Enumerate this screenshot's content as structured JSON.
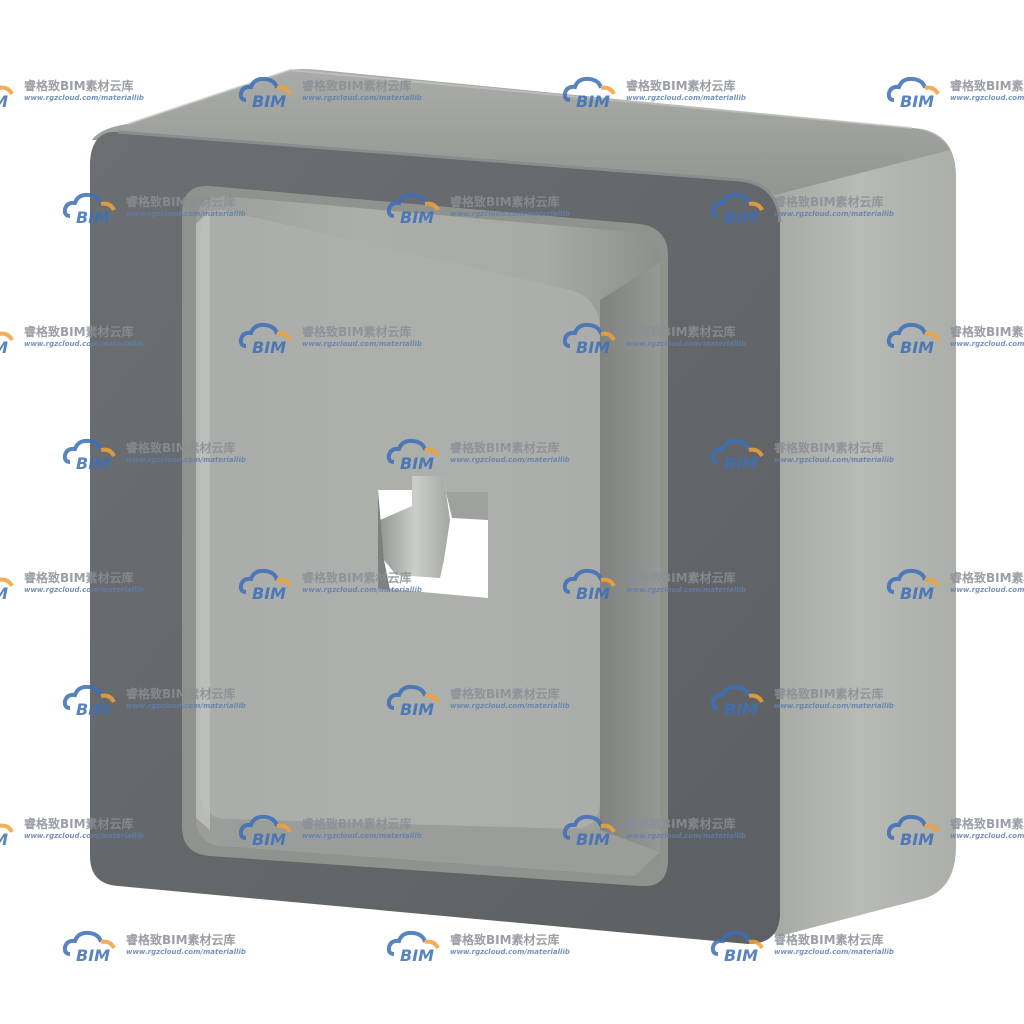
{
  "scene": {
    "subject": "square-junction-box-render",
    "colors": {
      "outer_face": "#64676a",
      "top_face": "#9c9f9b",
      "side_face": "#b3b5b1",
      "rim_shadow": "#8f928d",
      "inner_plate": "#a6a8a4",
      "inner_plate_light": "#b1b3af",
      "inner_plate_dark": "#868985",
      "knockout": "#ffffff"
    }
  },
  "watermark": {
    "logo_text": "BIM",
    "title": "睿格致BIM素材云库",
    "url": "www.rgzcloud.com/materiallib",
    "colors": {
      "cloud_blue": "#3d6fb8",
      "cloud_orange": "#f0a23a",
      "text_gray": "#8a8f96"
    }
  }
}
